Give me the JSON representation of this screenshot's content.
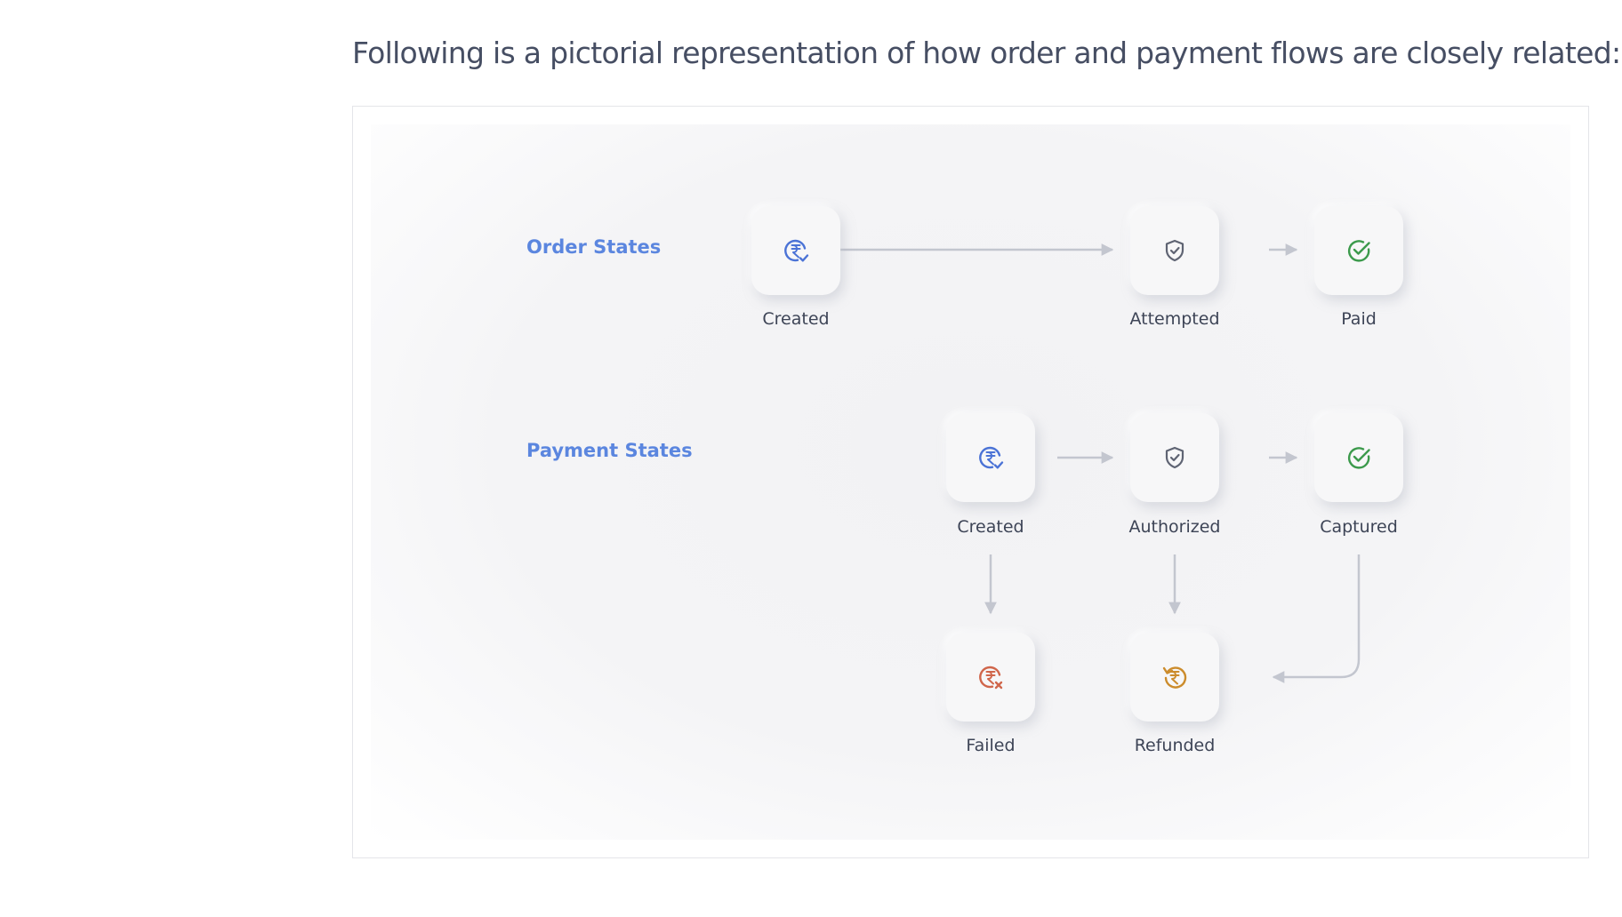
{
  "intro_text": "Following is a pictorial representation of how order and payment flows are closely related:",
  "rows": {
    "order": "Order States",
    "payment": "Payment States"
  },
  "nodes": {
    "order_created": {
      "label": "Created",
      "icon": "rupee-check-icon"
    },
    "order_attempted": {
      "label": "Attempted",
      "icon": "shield-check-icon"
    },
    "order_paid": {
      "label": "Paid",
      "icon": "check-circle-icon"
    },
    "payment_created": {
      "label": "Created",
      "icon": "rupee-check-icon"
    },
    "payment_authorized": {
      "label": "Authorized",
      "icon": "shield-check-icon"
    },
    "payment_captured": {
      "label": "Captured",
      "icon": "check-circle-icon"
    },
    "payment_failed": {
      "label": "Failed",
      "icon": "rupee-cross-icon"
    },
    "payment_refunded": {
      "label": "Refunded",
      "icon": "rupee-refund-icon"
    }
  },
  "colors": {
    "label_blue": "#5b86df",
    "icon_blue": "#4b73d6",
    "icon_gray": "#5f6473",
    "icon_green": "#3c9a4c",
    "icon_red": "#d0664b",
    "icon_orange": "#cc8c2c",
    "arrow": "#c3c6cf"
  }
}
